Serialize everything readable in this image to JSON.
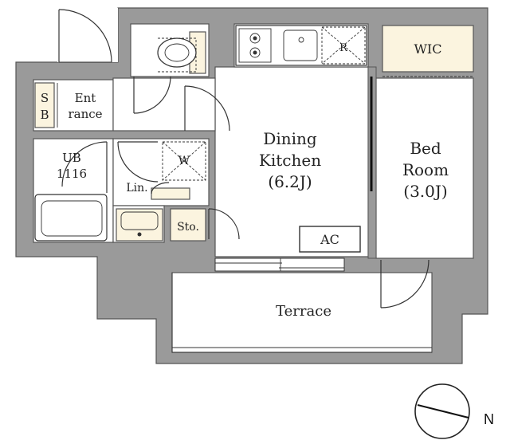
{
  "rooms": {
    "dining_kitchen": {
      "line1": "Dining",
      "line2": "Kitchen",
      "line3": "(6.2J)"
    },
    "bedroom": {
      "line1": "Bed",
      "line2": "Room",
      "line3": "(3.0J)"
    },
    "terrace": "Terrace",
    "wic": "WIC",
    "entrance": {
      "line1": "Ent",
      "line2": "rance"
    },
    "shoe_box": {
      "line1": "S",
      "line2": "B"
    },
    "unit_bath": {
      "line1": "UB",
      "line2": "1116"
    },
    "linen": "Lin.",
    "storage": "Sto.",
    "washer": "W",
    "refrigerator": "R",
    "air_conditioner": "AC"
  },
  "compass": {
    "north": "N"
  },
  "colors": {
    "wall": "#9a9a9a",
    "fixture_fill": "#fbf4df",
    "line": "#333333"
  }
}
